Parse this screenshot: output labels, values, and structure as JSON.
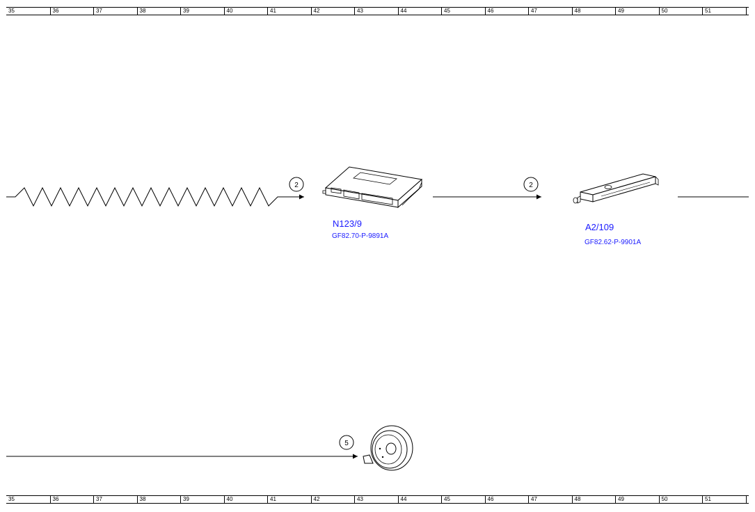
{
  "ruler": {
    "columns": [
      "35",
      "36",
      "37",
      "38",
      "39",
      "40",
      "41",
      "42",
      "43",
      "44",
      "45",
      "46",
      "47",
      "48",
      "49",
      "50",
      "51",
      ""
    ]
  },
  "components": [
    {
      "code": "N123/9",
      "doc": "GF82.70-P-9891A",
      "icon": "control-unit-icon"
    },
    {
      "code": "A2/109",
      "doc": "GF82.62-P-9901A",
      "icon": "antenna-module-icon"
    },
    {
      "code": "",
      "doc": "",
      "icon": "speaker-icon"
    }
  ],
  "connections": [
    {
      "number": "2",
      "kind": "wireless",
      "to": "N123/9"
    },
    {
      "number": "2",
      "kind": "wire",
      "to": "A2/109"
    },
    {
      "number": "5",
      "kind": "wire",
      "to": "speaker"
    }
  ],
  "colors": {
    "line": "#000000",
    "label": "#1a1aff"
  }
}
